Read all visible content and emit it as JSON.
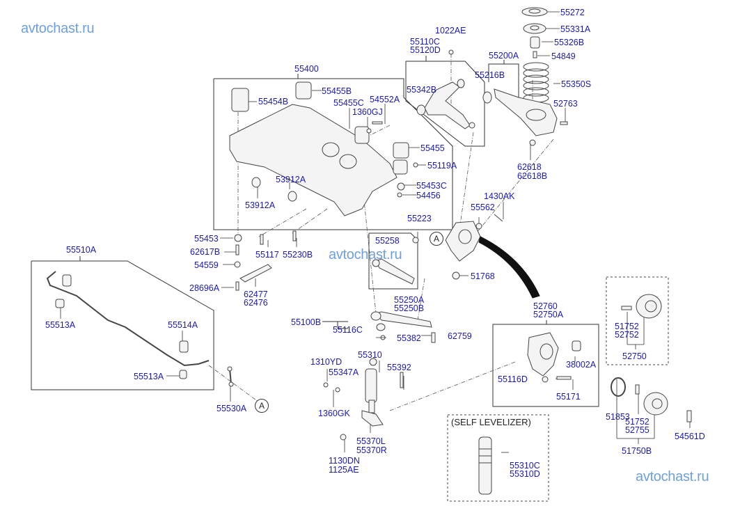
{
  "watermark": {
    "text": "avtochast.ru",
    "color": "#6f9fdc"
  },
  "label_color": "#1a1ab4",
  "line_color": "#333333",
  "note": "(SELF LEVELIZER)",
  "ref_marker": "A",
  "groups": {
    "crossmember": {
      "code": "55400",
      "parts": [
        "55454B",
        "55455B",
        "55455C",
        "54552A",
        "1360GJ",
        "55455",
        "55119A",
        "53912A",
        "53912A",
        "55453C",
        "54456"
      ]
    },
    "upper_arm": {
      "codes": [
        "55110C",
        "55120D"
      ],
      "parts": [
        "55342B"
      ]
    },
    "lower_arm": {
      "code": "55200A",
      "parts": [
        "55216B"
      ]
    },
    "stabilizer": {
      "code": "55510A",
      "parts": [
        "55513A",
        "55514A",
        "55513A"
      ]
    },
    "trailing_arm": {
      "codes": [
        "55250A",
        "55250B"
      ],
      "parts": [
        "55258"
      ]
    },
    "assist_arm": {
      "code": "55100B",
      "parts": [
        "55116C"
      ]
    },
    "knuckle": {
      "codes": [
        "52760",
        "52750A"
      ],
      "parts": [
        "38002A",
        "55116D",
        "55171"
      ]
    },
    "hub_a": {
      "code": "52750",
      "parts": [
        "51752",
        "52752"
      ]
    },
    "hub_b": {
      "code": "51750B",
      "parts": [
        "51853",
        "51752",
        "52755"
      ]
    },
    "self_levelizer": {
      "codes": [
        "55310C",
        "55310D"
      ]
    }
  },
  "labels": {
    "l55272": "55272",
    "l55331A": "55331A",
    "l55326B": "55326B",
    "l54849": "54849",
    "l55350S": "55350S",
    "l52763": "52763",
    "l62618": "62618",
    "l62618B": "62618B",
    "l1022AE": "1022AE",
    "l55110C": "55110C",
    "l55120D": "55120D",
    "l55200A": "55200A",
    "l55216B": "55216B",
    "l55342B": "55342B",
    "l55400": "55400",
    "l55455B": "55455B",
    "l55454B": "55454B",
    "l55455C": "55455C",
    "l54552A": "54552A",
    "l1360GJ": "1360GJ",
    "l55455": "55455",
    "l55119A": "55119A",
    "l53912A_1": "53912A",
    "l53912A_2": "53912A",
    "l55453C": "55453C",
    "l54456": "54456",
    "l1430AK": "1430AK",
    "l55562": "55562",
    "l55223": "55223",
    "l55258": "55258",
    "l51768": "51768",
    "l55250A": "55250A",
    "l55250B": "55250B",
    "l55453": "55453",
    "l62617B": "62617B",
    "l54559": "54559",
    "l28696A": "28696A",
    "l55117": "55117",
    "l55230B": "55230B",
    "l62477": "62477",
    "l62476": "62476",
    "l55510A": "55510A",
    "l55513A_1": "55513A",
    "l55514A": "55514A",
    "l55513A_2": "55513A",
    "l55530A": "55530A",
    "l55100B": "55100B",
    "l55116C": "55116C",
    "l55382": "55382",
    "l62759": "62759",
    "l55310": "55310",
    "l1310YD": "1310YD",
    "l55347A": "55347A",
    "l55392": "55392",
    "l1360GK": "1360GK",
    "l55370L": "55370L",
    "l55370R": "55370R",
    "l1130DN": "1130DN",
    "l1125AE": "1125AE",
    "l52760": "52760",
    "l52750A": "52750A",
    "l38002A": "38002A",
    "l55116D": "55116D",
    "l55171": "55171",
    "l51752_a": "51752",
    "l52752": "52752",
    "l52750": "52750",
    "l51853": "51853",
    "l51752_b": "51752",
    "l52755": "52755",
    "l54561D": "54561D",
    "l51750B": "51750B",
    "l55310C": "55310C",
    "l55310D": "55310D"
  }
}
